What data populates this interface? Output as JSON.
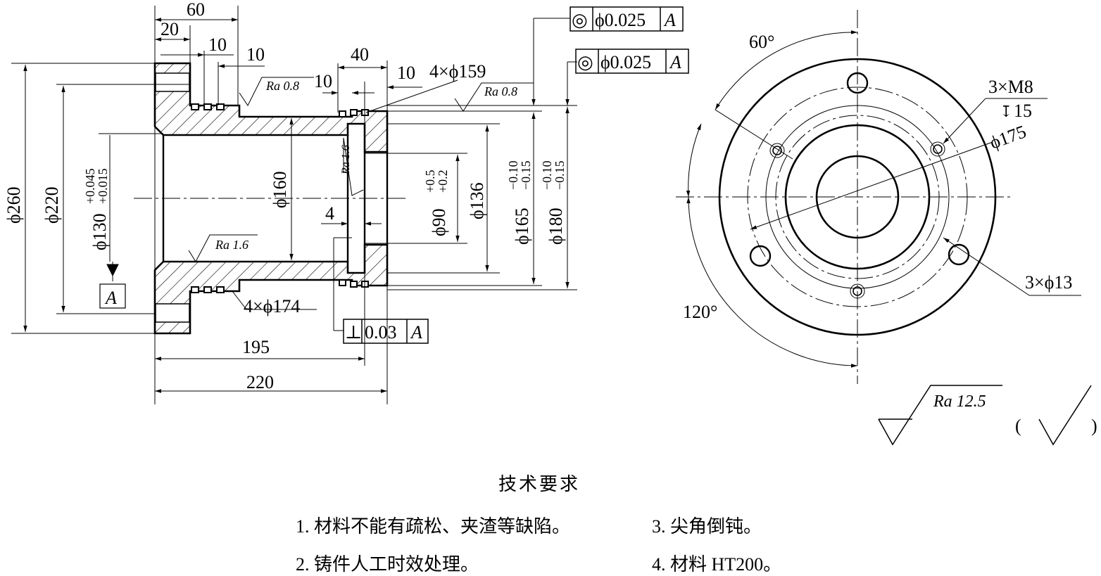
{
  "section_view": {
    "dims": {
      "d60": "60",
      "d20": "20",
      "d10a": "10",
      "d10b": "10",
      "d40": "40",
      "d10c": "10",
      "d10d": "10",
      "d4": "4",
      "d195": "195",
      "d220": "220",
      "phi260": "ϕ260",
      "phi220": "ϕ220",
      "phi130": "ϕ130",
      "phi130_up": "+0.045",
      "phi130_lo": "+0.015",
      "phi160": "ϕ160",
      "phi90": "ϕ90",
      "phi90_up": "+0.5",
      "phi90_lo": "+0.2",
      "phi136": "ϕ136",
      "phi165": "ϕ165",
      "phi165_up": "−0.10",
      "phi165_lo": "−0.15",
      "phi180": "ϕ180",
      "phi180_up": "−0.10",
      "phi180_lo": "−0.15",
      "grooves_159": "4×ϕ159",
      "grooves_174": "4×ϕ174"
    },
    "roughness": {
      "top_left": "Ra 0.8",
      "top_right": "Ra 0.8",
      "face": "Ra 1.6",
      "bore": "Ra 1.6"
    },
    "gdt": {
      "coax1_sym": "◎",
      "coax1_tol": "ϕ0.025",
      "coax1_ref": "A",
      "coax2_sym": "◎",
      "coax2_tol": "ϕ0.025",
      "coax2_ref": "A",
      "perp_sym": "⊥",
      "perp_tol": "0.03",
      "perp_ref": "A",
      "datum": "A"
    }
  },
  "end_view": {
    "angle60": "60°",
    "angle120": "120°",
    "thread_note": "3×M8",
    "thread_depth": "15",
    "depth_symbol": "↧",
    "pcd": "ϕ175",
    "holes": "3×ϕ13"
  },
  "general_roughness": {
    "value": "Ra 12.5",
    "paren_open": "(",
    "paren_close": ")"
  },
  "technical_requirements": {
    "title": "技术要求",
    "items": [
      "1. 材料不能有疏松、夹渣等缺陷。",
      "3. 尖角倒钝。",
      "2. 铸件人工时效处理。",
      "4. 材料 HT200。"
    ]
  }
}
